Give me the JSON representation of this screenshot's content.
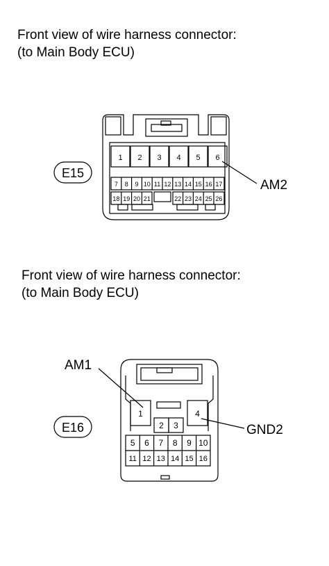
{
  "connectors": [
    {
      "caption_line1": "Front view of wire harness connector:",
      "caption_line2": "(to Main Body ECU)",
      "id": "E15",
      "pins_top_row": [
        "1",
        "2",
        "3",
        "4",
        "5",
        "6"
      ],
      "pins_mid_row": [
        "7",
        "8",
        "9",
        "10",
        "11",
        "12",
        "13",
        "14",
        "15",
        "16",
        "17"
      ],
      "pins_bottom_row": [
        "18",
        "19",
        "20",
        "21",
        "22",
        "23",
        "24",
        "25",
        "26"
      ],
      "callouts": [
        {
          "label": "AM2",
          "pin": "6"
        }
      ]
    },
    {
      "caption_line1": "Front view of wire harness connector:",
      "caption_line2": "(to Main Body ECU)",
      "id": "E16",
      "pins_top": [
        "1",
        "4"
      ],
      "pins_mid": [
        "2",
        "3"
      ],
      "pins_row1": [
        "5",
        "6",
        "7",
        "8",
        "9",
        "10"
      ],
      "pins_row2": [
        "11",
        "12",
        "13",
        "14",
        "15",
        "16"
      ],
      "callouts": [
        {
          "label": "AM1",
          "pin": "1"
        },
        {
          "label": "GND2",
          "pin": "4"
        }
      ]
    }
  ]
}
